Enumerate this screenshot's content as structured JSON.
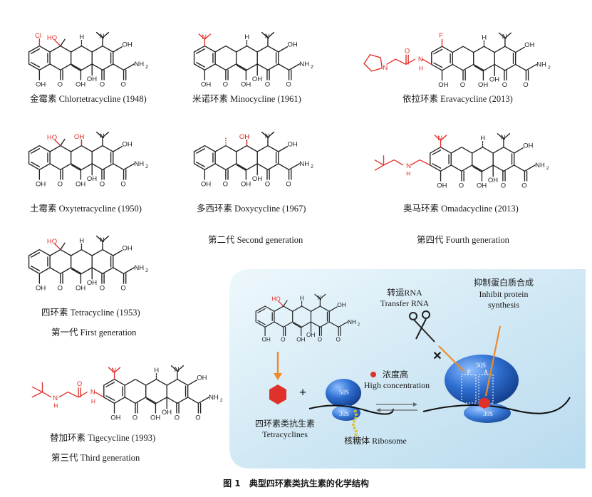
{
  "figure": {
    "label": "图 1",
    "title": "典型四环素类抗生素的化学结构"
  },
  "colors": {
    "highlight": "#e0302a",
    "bond": "#222222",
    "ribosome": "#2f6fd1",
    "panel": "#cfe7f4",
    "arrow": "#ee8a2a",
    "drug": "#e0302a"
  },
  "compounds": [
    {
      "id": "chlortetracycline",
      "caption": "金霉素 Chlortetracycline (1948)"
    },
    {
      "id": "minocycline",
      "caption": "米诺环素 Minocycline (1961)"
    },
    {
      "id": "eravacycline",
      "caption": "依拉环素 Eravacycline (2013)"
    },
    {
      "id": "oxytetracycline",
      "caption": "土霉素 Oxytetracycline (1950)"
    },
    {
      "id": "doxycycline",
      "caption": "多西环素 Doxycycline (1967)"
    },
    {
      "id": "omadacycline",
      "caption": "奥马环素 Omadacycline (2013)"
    },
    {
      "id": "tetracycline",
      "caption": "四环素 Tetracycline (1953)"
    },
    {
      "id": "tigecycline",
      "caption": "替加环素 Tigecycline (1993)"
    }
  ],
  "generations": {
    "first": "第一代 First generation",
    "second": "第二代 Second generation",
    "third": "第三代 Third generation",
    "fourth": "第四代 Fourth generation"
  },
  "atoms": {
    "cl": "Cl",
    "f": "F",
    "ho": "HO",
    "oh": "OH",
    "h": "H",
    "n": "N",
    "nh2": "NH",
    "nh2_sub": "2",
    "o": "O",
    "nh": "N",
    "nh_h": "H"
  },
  "mechanism": {
    "tetracyclines_cn": "四环素类抗生素",
    "tetracyclines_en": "Tetracyclines",
    "plus": "+",
    "ribosome_label": "核糖体 Ribosome",
    "subunit_large": "50S",
    "subunit_small": "30S",
    "concentration_cn": "浓度高",
    "concentration_en": "High concentration",
    "trna_cn": "转运RNA",
    "trna_en": "Transfer RNA",
    "inhibit_cn": "抑制蛋白质合成",
    "inhibit_en_1": "Inhibit protein",
    "inhibit_en_2": "synthesis",
    "site_p": "P",
    "site_a": "A",
    "block_mark": "✕"
  }
}
